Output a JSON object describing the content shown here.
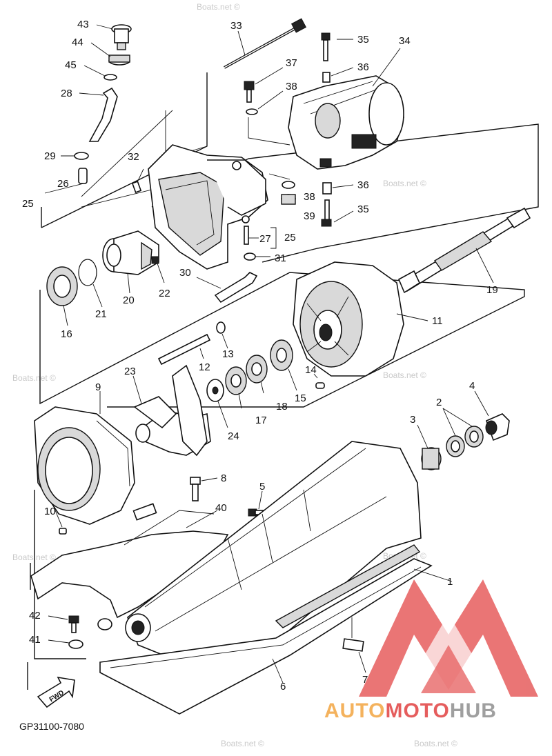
{
  "diagram": {
    "code": "GP31100-7080",
    "fwd_label": "FWD",
    "watermark": "Boats.net ©",
    "callouts": {
      "n1": "1",
      "n2": "2",
      "n3": "3",
      "n4": "4",
      "n5": "5",
      "n6": "6",
      "n7": "7",
      "n8": "8",
      "n9": "9",
      "n10": "10",
      "n11": "11",
      "n12": "12",
      "n13": "13",
      "n14": "14",
      "n15": "15",
      "n16": "16",
      "n17": "17",
      "n18": "18",
      "n19": "19",
      "n20": "20",
      "n21": "21",
      "n22": "22",
      "n23": "23",
      "n24": "24",
      "n25": "25",
      "n26": "26",
      "n27": "27",
      "n28": "28",
      "n29": "29",
      "n30": "30",
      "n31": "31",
      "n32": "32",
      "n33": "33",
      "n34": "34",
      "n35": "35",
      "n36": "36",
      "n37": "37",
      "n38": "38",
      "n39": "39",
      "n40": "40",
      "n41": "41",
      "n42": "42",
      "n43": "43",
      "n44": "44",
      "n45": "45"
    }
  },
  "logo": {
    "word_auto": "AUTO",
    "word_moto": "MOTO",
    "word_hub": "HUB",
    "color_red": "#e03a3a",
    "color_orange": "#f2a23a",
    "color_gray": "#8a8a8a"
  }
}
